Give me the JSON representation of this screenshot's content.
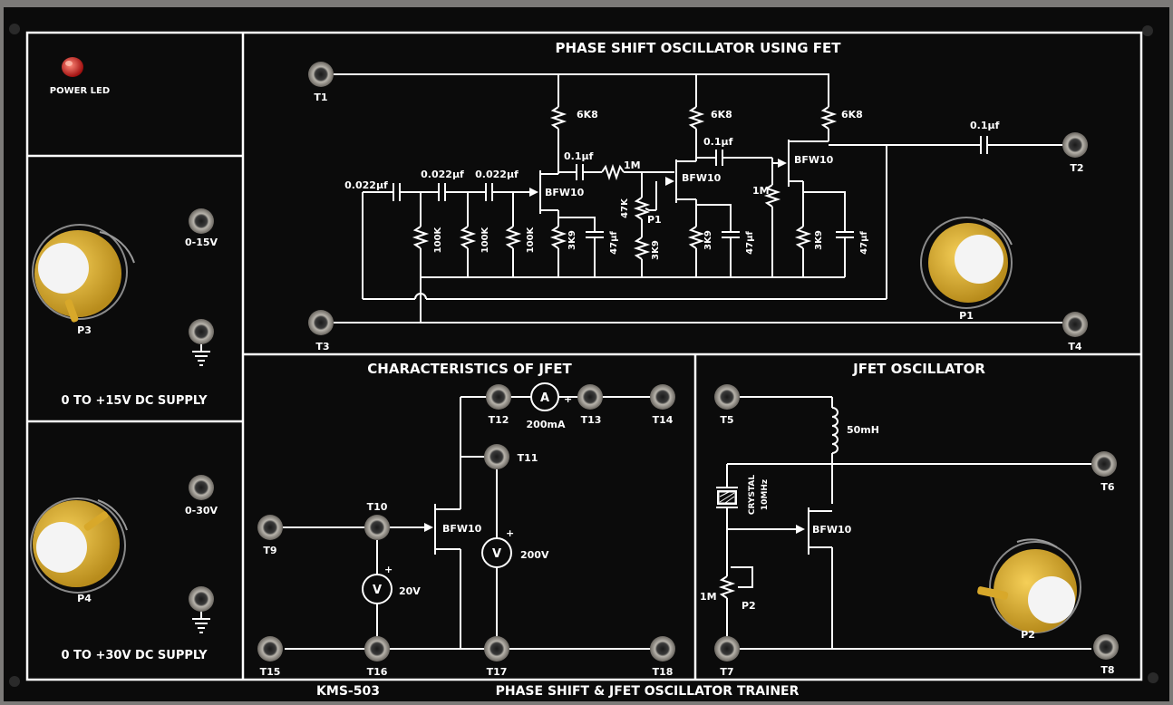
{
  "panel": {
    "title": "PHASE SHIFT & JFET OSCILLATOR TRAINER",
    "model": "KMS-503",
    "power_led_label": "POWER LED"
  },
  "supplies": {
    "s15": {
      "title": "0 TO +15V DC SUPPLY",
      "range": "0-15V",
      "knob": "P3"
    },
    "s30": {
      "title": "0 TO +30V DC SUPPLY",
      "range": "0-30V",
      "knob": "P4"
    }
  },
  "phase_shift": {
    "title": "PHASE SHIFT OSCILLATOR USING FET",
    "terminals": {
      "t1": "T1",
      "t2": "T2",
      "t3": "T3",
      "t4": "T4"
    },
    "knob": "P1",
    "pot": "P1",
    "c_in": "0.022µf",
    "c1": "0.022µf",
    "c2": "0.022µf",
    "r100k": "100K",
    "r6k8": "6K8",
    "r3k9": "3K9",
    "c47": "47µf",
    "c01": "0.1µf",
    "r1m": "1M",
    "r47k": "47K",
    "fet": "BFW10"
  },
  "jfet_char": {
    "title": "CHARACTERISTICS OF JFET",
    "terminals": {
      "t9": "T9",
      "t10": "T10",
      "t11": "T11",
      "t12": "T12",
      "t13": "T13",
      "t14": "T14",
      "t15": "T15",
      "t16": "T16",
      "t17": "T17",
      "t18": "T18"
    },
    "ammeter": "A",
    "ammeter_range": "200mA",
    "voltmeter": "V",
    "v1_range": "20V",
    "v2_range": "200V",
    "fet": "BFW10"
  },
  "jfet_osc": {
    "title": "JFET OSCILLATOR",
    "terminals": {
      "t5": "T5",
      "t6": "T6",
      "t7": "T7",
      "t8": "T8"
    },
    "inductor": "50mH",
    "crystal": "CRYSTAL",
    "crystal_freq": "10MHz",
    "pot": "1M",
    "pot_label": "P2",
    "knob": "P2",
    "fet": "BFW10"
  },
  "colors": {
    "panel": "#0a0a0a",
    "line": "#ffffff",
    "knob": "#e8b830",
    "led": "#d81e1e",
    "socket": "#9c9890"
  }
}
